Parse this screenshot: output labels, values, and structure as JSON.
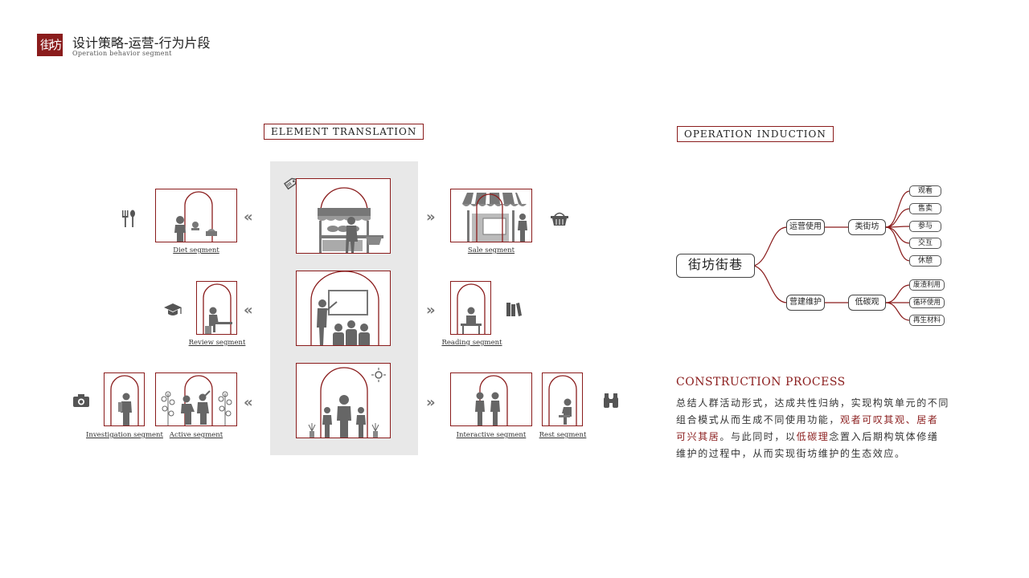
{
  "header": {
    "logo_text": "街坊",
    "title_cn": "设计策略-运营-行为片段",
    "title_en": "Operation behavior segment"
  },
  "left": {
    "section_label": "ELEMENT TRANSLATION",
    "segments": {
      "diet": "Diet segment",
      "sale": "Sale segment",
      "review": "Review segment",
      "reading": "Reading segment",
      "investigation": "Investigation segment",
      "active": "Active segment",
      "interactive": "Interactive segment",
      "rest": "Rest segment"
    },
    "chevron_left": "«",
    "chevron_right": "»"
  },
  "right": {
    "section_label": "OPERATION INDUCTION",
    "mindmap": {
      "root": "街坊街巷",
      "branch1": "运营使用",
      "branch1_child": "类街坊",
      "branch1_leaves": [
        "观看",
        "售卖",
        "参与",
        "交互",
        "休憩"
      ],
      "branch2": "营建维护",
      "branch2_child": "低碳观",
      "branch2_leaves": [
        "废渣利用",
        "循环使用",
        "再生材料"
      ]
    },
    "process": {
      "heading": "CONSTRUCTION PROCESS",
      "p1": "总结人群活动形式，达成共性归纳，实现构筑单元的不同组合模式从而生成不同使用功能，",
      "p1_red1": "观者可叹其观",
      "p1_sep": "、",
      "p1_red2": "居者可兴其居",
      "p2": "。与此同时，以",
      "p2_red": "低碳理",
      "p3": "念置入后期构筑体修缮维护的过程中，从而实现街坊维护的生态效应。"
    }
  },
  "colors": {
    "accent": "#8a1c1c",
    "icon": "#777777",
    "panel": "#e8e8e8"
  }
}
